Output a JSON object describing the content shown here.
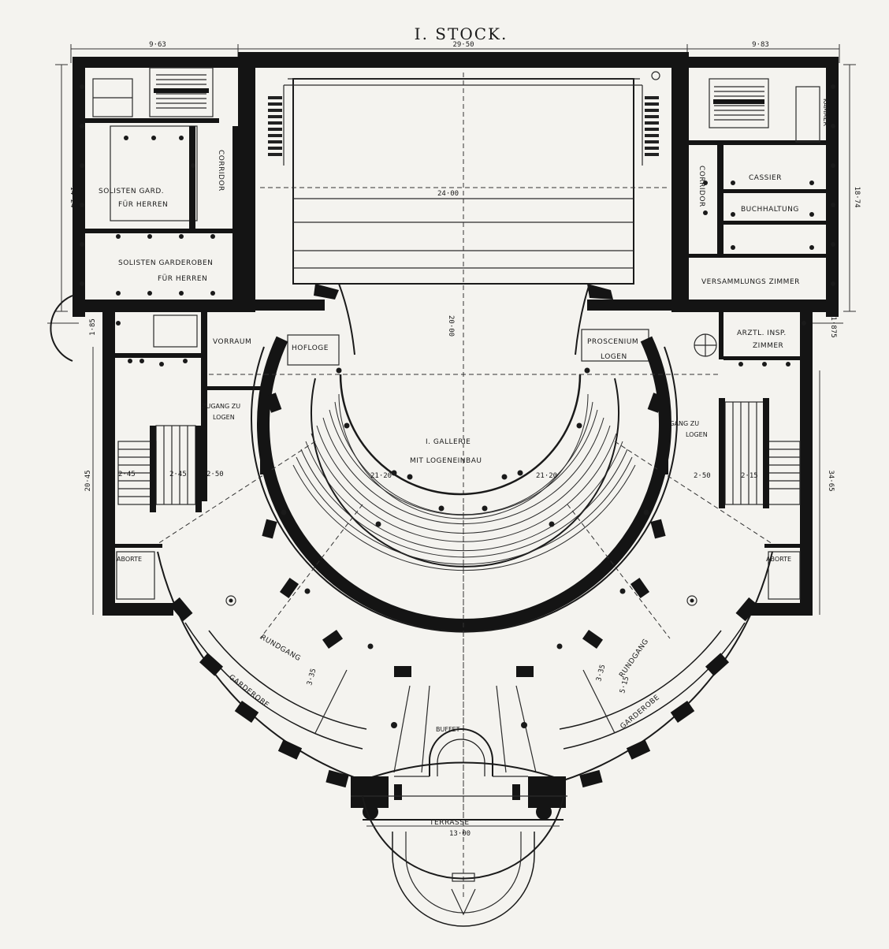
{
  "title": "I. STOCK.",
  "dimensions": {
    "top_left": "9·63",
    "top_center": "29·50",
    "top_right": "9·83",
    "left_upper": "14·24",
    "right_upper": "18·74",
    "left_lower": "20·45",
    "right_lower": "34·65",
    "stage_width": "24·00",
    "stage_depth": "20·00",
    "left_small": "1·85",
    "right_small": "1·875",
    "gallery_span_left": "21·20",
    "gallery_span_right": "21·20",
    "stair_left_a": "2·45",
    "stair_left_b": "2·45",
    "stair_left_c": "2·50",
    "stair_right_a": "2·50",
    "stair_right_b": "2·15",
    "rundgang_left_width": "3·35",
    "rundgang_right_width": "3·35",
    "rundgang_right_b": "5·15",
    "terrasse_width": "13·00"
  },
  "rooms": {
    "solisten_g_a": "SOLISTEN GARD.",
    "solisten_g_b": "FÜR HERREN",
    "solisten_main_a": "SOLISTEN GARDEROBEN",
    "solisten_main_b": "FÜR HERREN",
    "corridor_left": "CORRIDOR",
    "corridor_right": "CORRIDOR",
    "cassier": "CASSIER",
    "buchhaltung": "BUCHHALTUNG",
    "versammlung": "VERSAMMLUNGS ZIMMER",
    "vorraum": "VORRAUM",
    "hofloge": "HOFLOGE",
    "proscenium_a": "PROSCENIUM",
    "proscenium_b": "LOGEN",
    "arzt_a": "ARZTL. INSP.",
    "arzt_b": "ZIMMER",
    "zugang_left_a": "ZUGANG ZU",
    "zugang_left_b": "LOGEN",
    "zugang_right_a": "ZUGANG ZU",
    "zugang_right_b": "LOGEN",
    "gallerie_a": "I. GALLERIE",
    "gallerie_b": "MIT LOGENEINBAU",
    "aborte_left": "ABORTE",
    "aborte_right": "ABORTE",
    "rundgang_left": "RUNDGANG",
    "rundgang_right": "RUNDGANG",
    "garderobe_left": "GARDEROBE",
    "garderobe_right": "GARDEROBE",
    "buffet": "BUFFET",
    "terrasse": "TERRASSE",
    "kammer": "KAMMER"
  }
}
